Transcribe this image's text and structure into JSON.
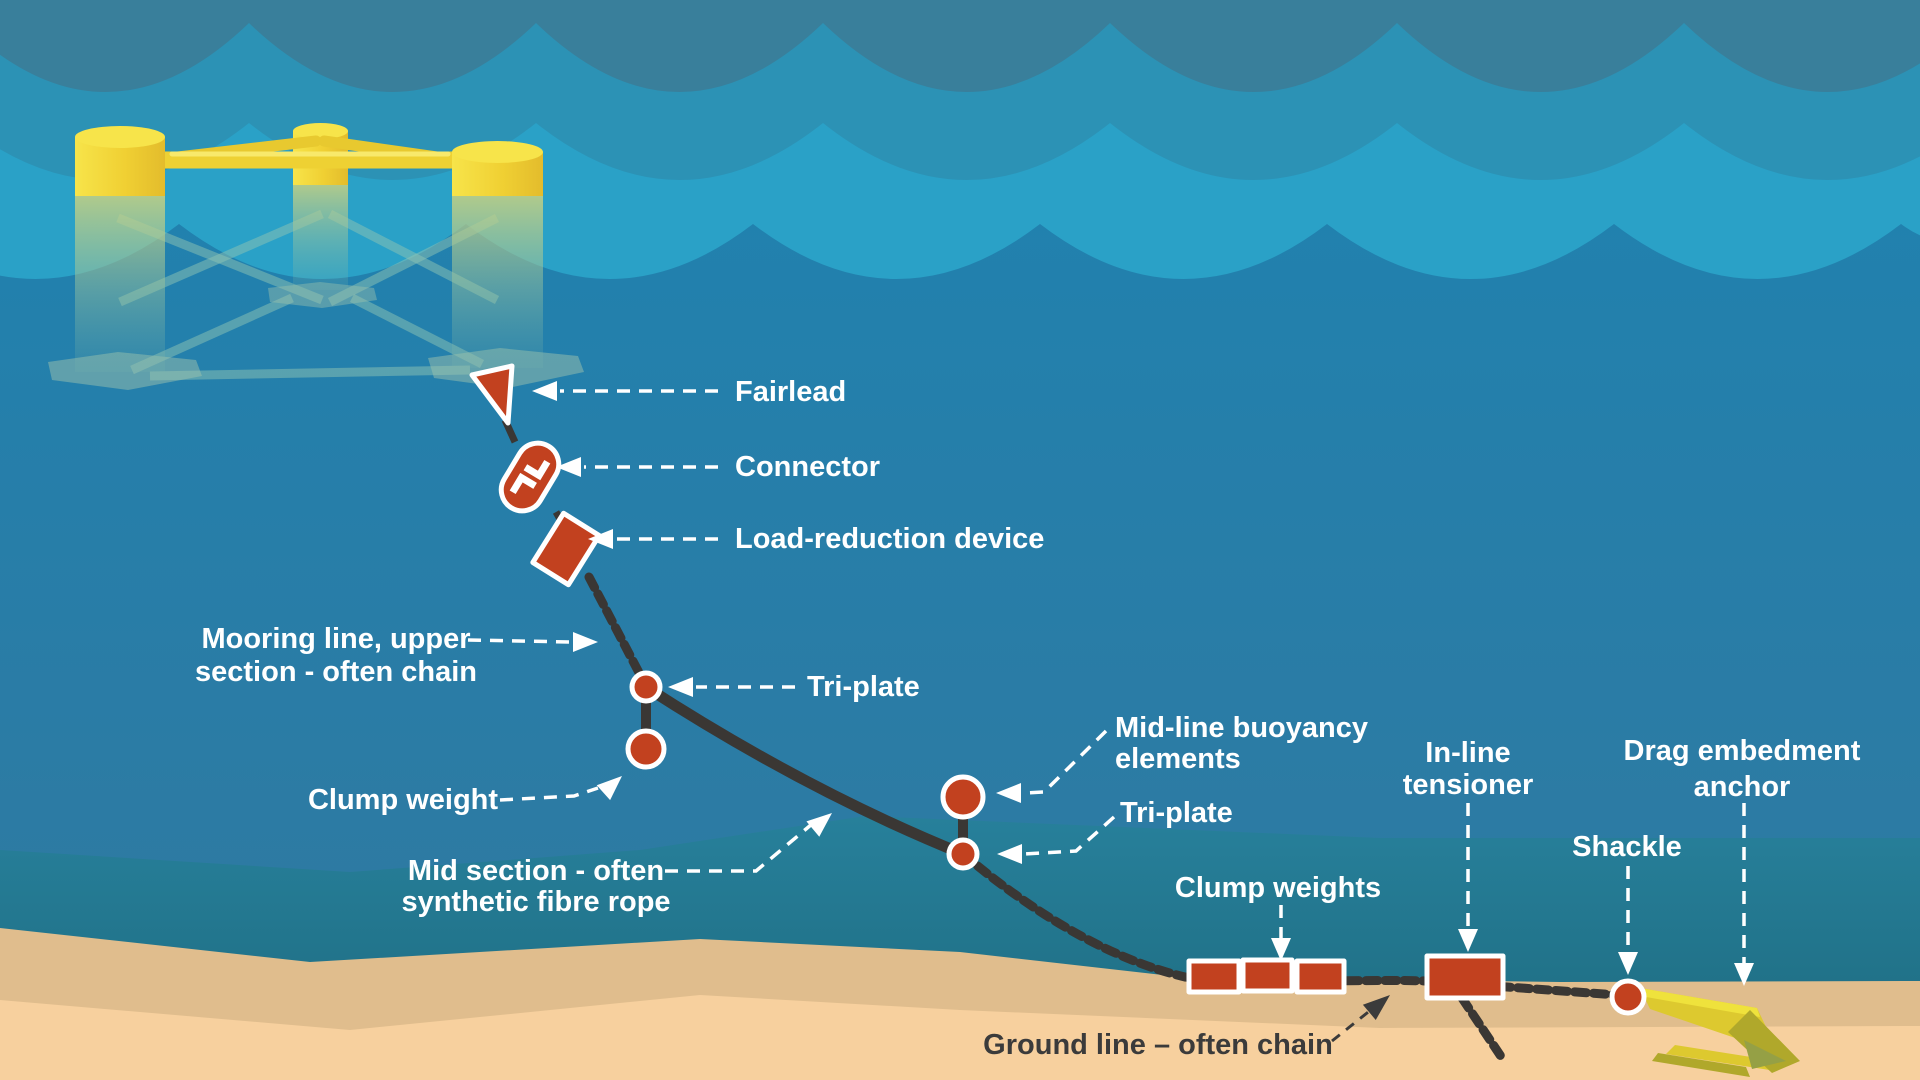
{
  "diagram": {
    "subject": "Mooring system of a floating offshore platform",
    "labels": {
      "fairlead": "Fairlead",
      "connector": "Connector",
      "load_reduction": "Load-reduction device",
      "mooring_upper_1": "Mooring line, upper",
      "mooring_upper_2": "section - often chain",
      "tri_plate_1": "Tri-plate",
      "clump_weight": "Clump weight",
      "mid_section_1": "Mid section - often",
      "mid_section_2": "synthetic fibre rope",
      "buoyancy_1": "Mid-line buoyancy",
      "buoyancy_2": "elements",
      "tri_plate_2": "Tri-plate",
      "clump_weights": "Clump weights",
      "tensioner_1": "In-line",
      "tensioner_2": "tensioner",
      "shackle": "Shackle",
      "anchor_1": "Drag  embedment",
      "anchor_2": "anchor",
      "ground_line": "Ground line – often chain"
    }
  },
  "colors": {
    "sea-top": "#2181ae",
    "sea-bottom": "#2e7aa2",
    "wave1": "#397f9b",
    "wave2": "#2c92b5",
    "wave3": "#2aa1c7",
    "teal-top": "#27809b",
    "teal-bottom": "#1d6a7e",
    "sand-dark": "#e0bd8d",
    "sand-light": "#f7d09e",
    "red": "#c2411f",
    "line": "#3a3734",
    "white": "#ffffff",
    "yellow": "#f0d033",
    "yellow-light": "#f7e44a",
    "yellow-dark": "#e3bc2c",
    "anchor-yellow": "#ddc92f",
    "anchor-dark": "#b0a82b",
    "anchor-shadow": "#95a045",
    "dark-text": "#3b3b3b",
    "sub-teal": "#8ec4b3"
  }
}
